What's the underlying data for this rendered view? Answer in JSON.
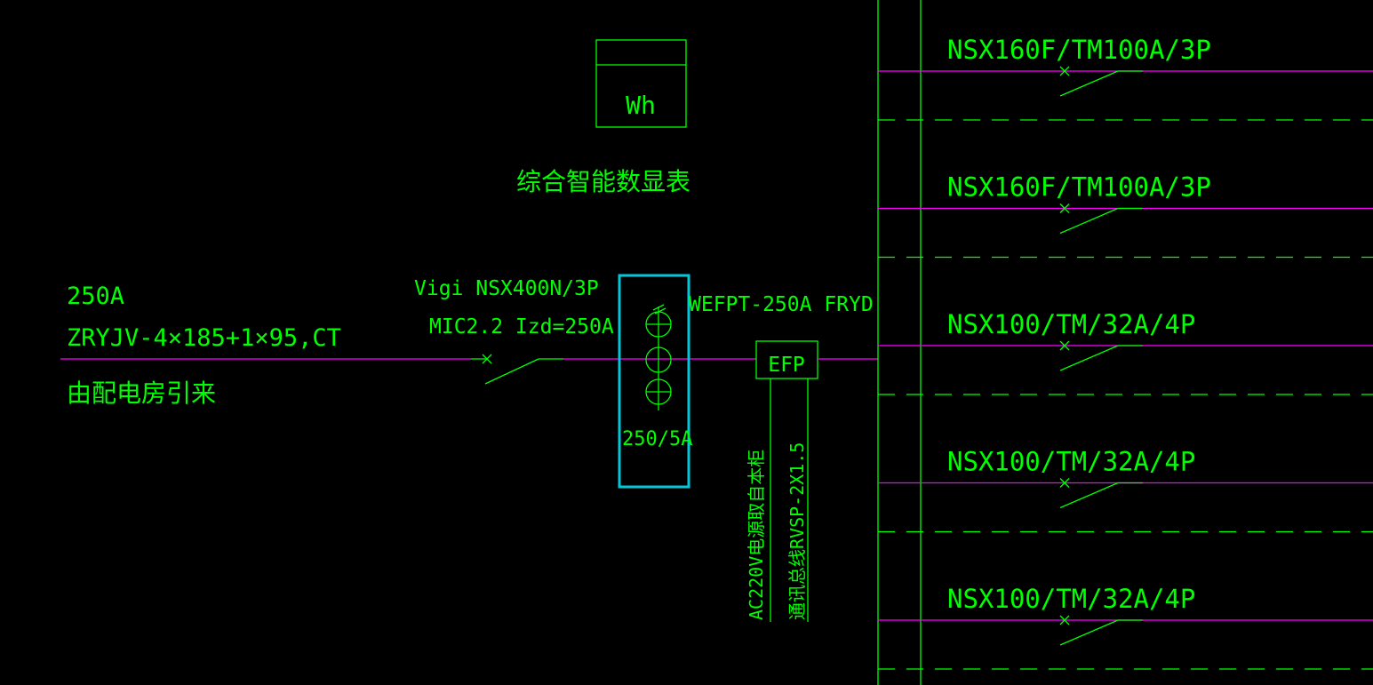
{
  "colors": {
    "background": "#000000",
    "line": "#00ff00",
    "feeder": "#ff00ff",
    "ct_frame": "#00c8d8"
  },
  "meter": {
    "symbol": "Wh",
    "caption": "综合智能数显表"
  },
  "incoming": {
    "current": "250A",
    "cable": "ZRYJV-4×185+1×95,CT",
    "source": "由配电房引来"
  },
  "main_breaker": {
    "model": "Vigi NSX400N/3P",
    "setting": "MIC2.2 Izd=250A"
  },
  "ct": {
    "ratio": "250/5A"
  },
  "efp": {
    "model": "WEFPT-250A FRYD",
    "box_label": "EFP",
    "power_note": "AC220V电源取自本柜",
    "comm_note": "通讯总线RVSP-2X1.5"
  },
  "branches": [
    {
      "label": "NSX160F/TM100A/3P"
    },
    {
      "label": "NSX160F/TM100A/3P"
    },
    {
      "label": "NSX100/TM/32A/4P"
    },
    {
      "label": "NSX100/TM/32A/4P"
    },
    {
      "label": "NSX100/TM/32A/4P"
    }
  ]
}
